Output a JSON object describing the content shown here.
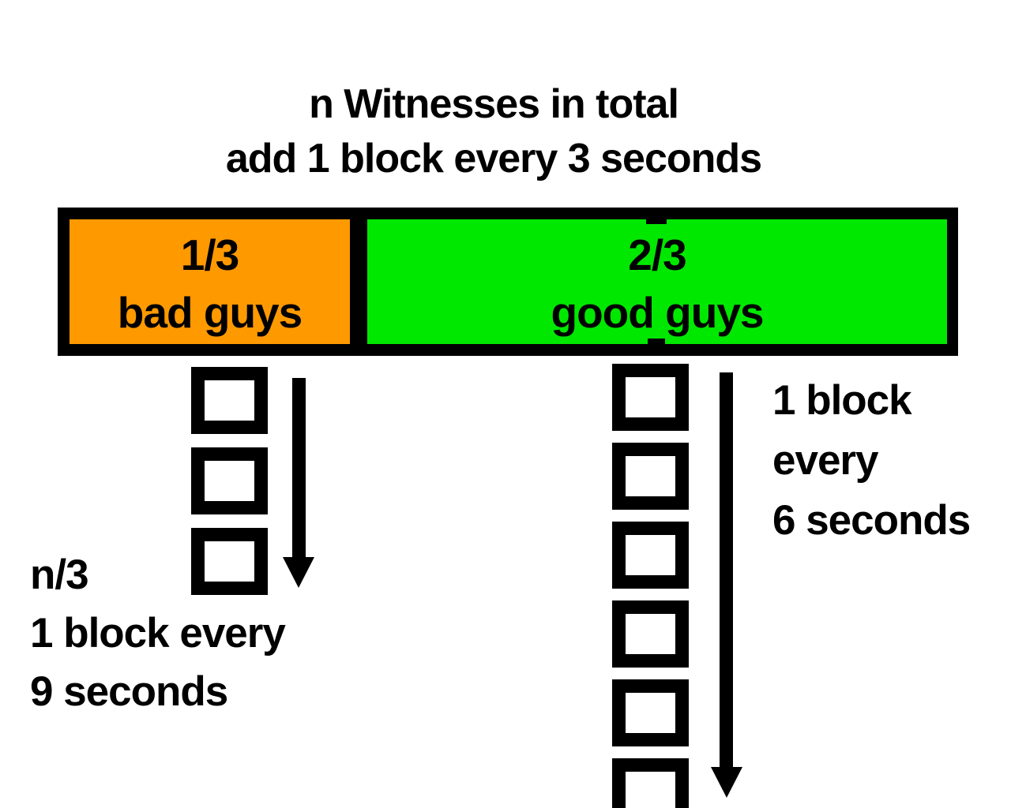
{
  "diagram": {
    "title_line1": "n Witnesses in total",
    "title_line2": "add 1 block every 3 seconds",
    "witness_bar": {
      "bad_fraction": "1/3",
      "bad_label": "bad guys",
      "bad_color": "#ff9900",
      "good_fraction": "2/3",
      "good_label": "good guys",
      "good_color": "#00e800",
      "border_color": "#000000"
    },
    "bad_chain": {
      "block_count": 3,
      "caption_line1": "n/3",
      "caption_line2": "1 block every",
      "caption_line3": "9 seconds"
    },
    "good_chain": {
      "block_count": 6,
      "caption_line1": "1 block",
      "caption_line2": "every",
      "caption_line3": "6 seconds"
    }
  }
}
